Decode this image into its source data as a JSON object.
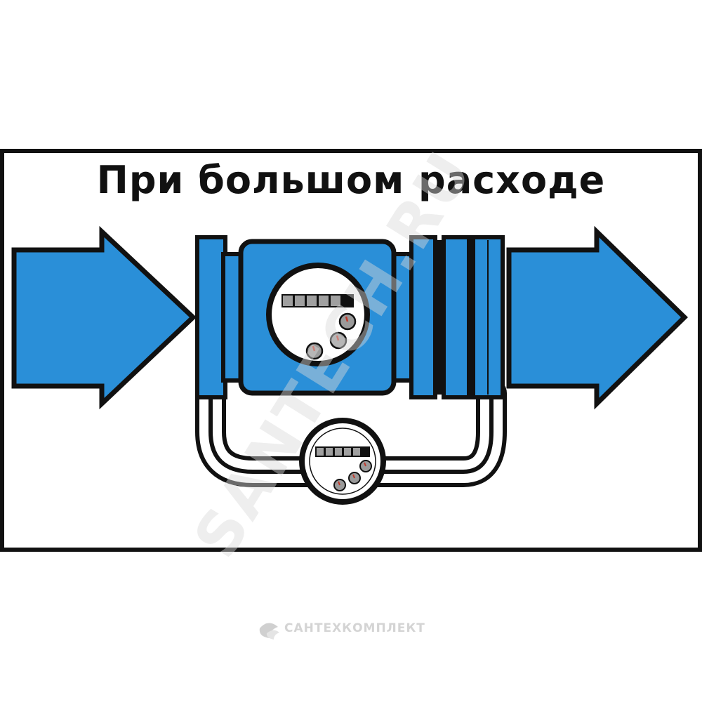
{
  "title": "При большом расходе",
  "watermark": "SANTECH.RU",
  "brand": {
    "name": "САНТЕХКОМПЛЕКТ",
    "logo_icon": "santechkomplekt-logo-icon"
  },
  "colors": {
    "flow_blue": "#2a8fd8",
    "outline": "#111111",
    "background": "#ffffff",
    "watermark": "#d9d9d9",
    "gauge_grey": "#9a9a9a",
    "needle_red": "#c0392b"
  },
  "icons": {
    "inflow_arrow": "arrow-right-icon",
    "outflow_arrow": "arrow-right-icon",
    "main_meter": "water-meter-icon",
    "bypass_meter": "water-meter-icon"
  }
}
